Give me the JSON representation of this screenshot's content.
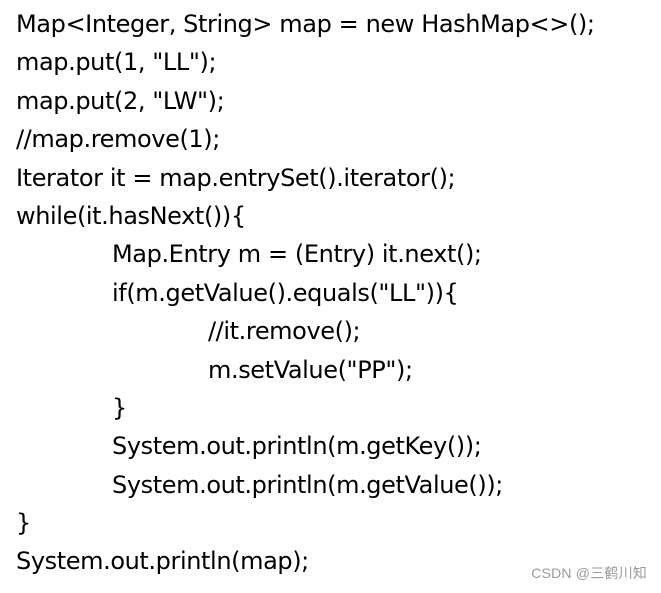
{
  "code": {
    "lines": [
      "Map<Integer, String> map = new HashMap<>();",
      "map.put(1, \"LL\");",
      "map.put(2, \"LW\");",
      "//map.remove(1);",
      "Iterator it = map.entrySet().iterator();",
      "while(it.hasNext()){",
      "Map.Entry m = (Entry) it.next();",
      "if(m.getValue().equals(\"LL\")){",
      "//it.remove();",
      "m.setValue(\"PP\");",
      "}",
      "System.out.println(m.getKey());",
      "System.out.println(m.getValue());",
      "}",
      "System.out.println(map);"
    ]
  },
  "watermark": {
    "text": "CSDN @三鹤川知"
  }
}
